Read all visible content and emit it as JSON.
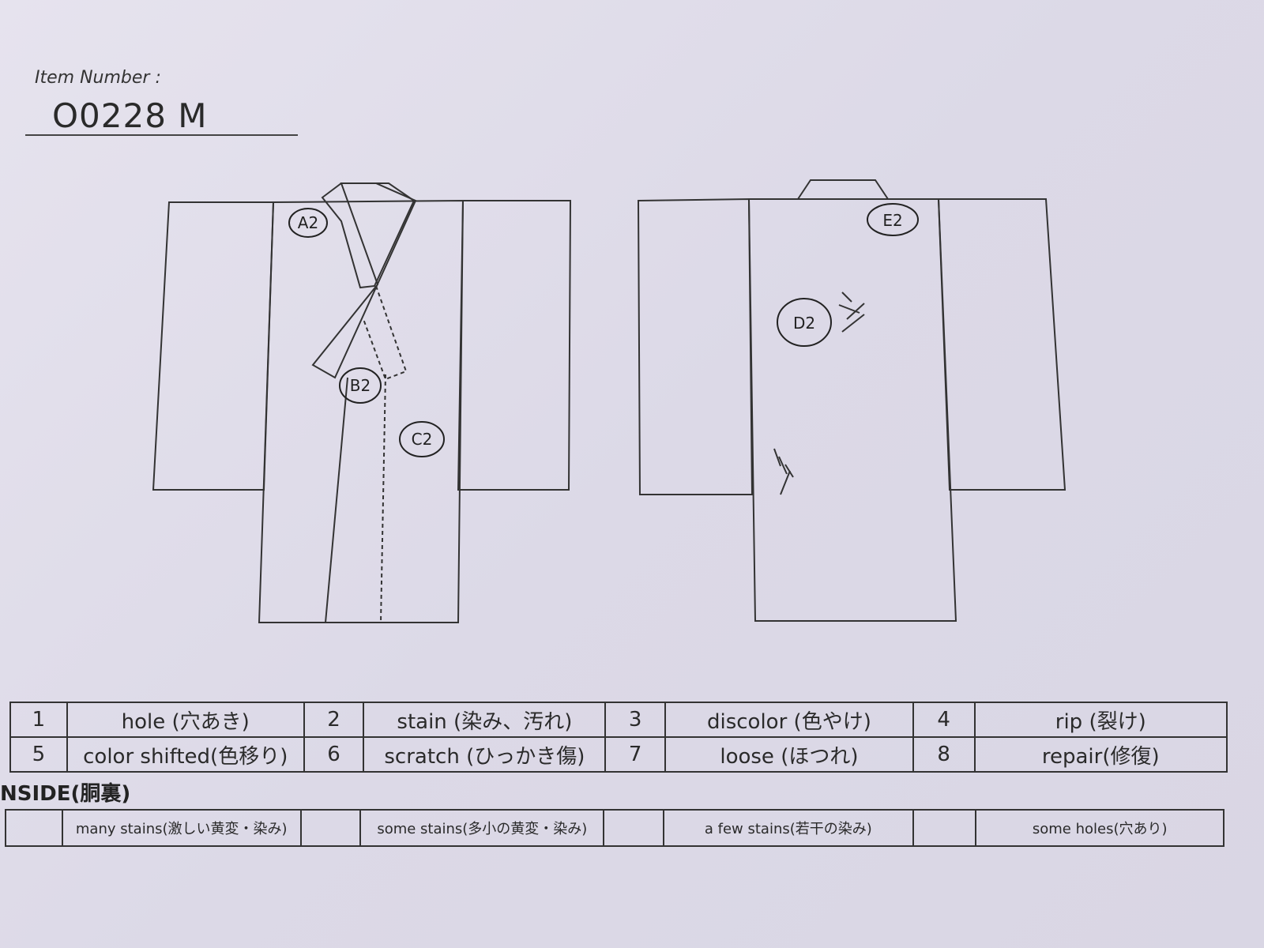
{
  "header": {
    "item_number_label": "Item Number :",
    "item_number": "O0228   M"
  },
  "front_markers": [
    "A2",
    "B2",
    "C2"
  ],
  "back_markers": [
    "E2",
    "D2"
  ],
  "damage_codes": [
    [
      {
        "num": "1",
        "label": "hole (穴あき)"
      },
      {
        "num": "2",
        "label": "stain (染み、汚れ)"
      },
      {
        "num": "3",
        "label": "discolor (色やけ)"
      },
      {
        "num": "4",
        "label": "rip (裂け)"
      }
    ],
    [
      {
        "num": "5",
        "label": "color shifted(色移り)"
      },
      {
        "num": "6",
        "label": "scratch (ひっかき傷)"
      },
      {
        "num": "7",
        "label": "loose (ほつれ)"
      },
      {
        "num": "8",
        "label": "repair(修復)"
      }
    ]
  ],
  "inside": {
    "title": "NSIDE(胴裏)",
    "options": [
      {
        "label": "many stains(激しい黄変・染み)"
      },
      {
        "label": "some stains(多小の黄変・染み)"
      },
      {
        "label": "a few stains(若干の染み)"
      },
      {
        "label": "some holes(穴あり)"
      }
    ]
  }
}
